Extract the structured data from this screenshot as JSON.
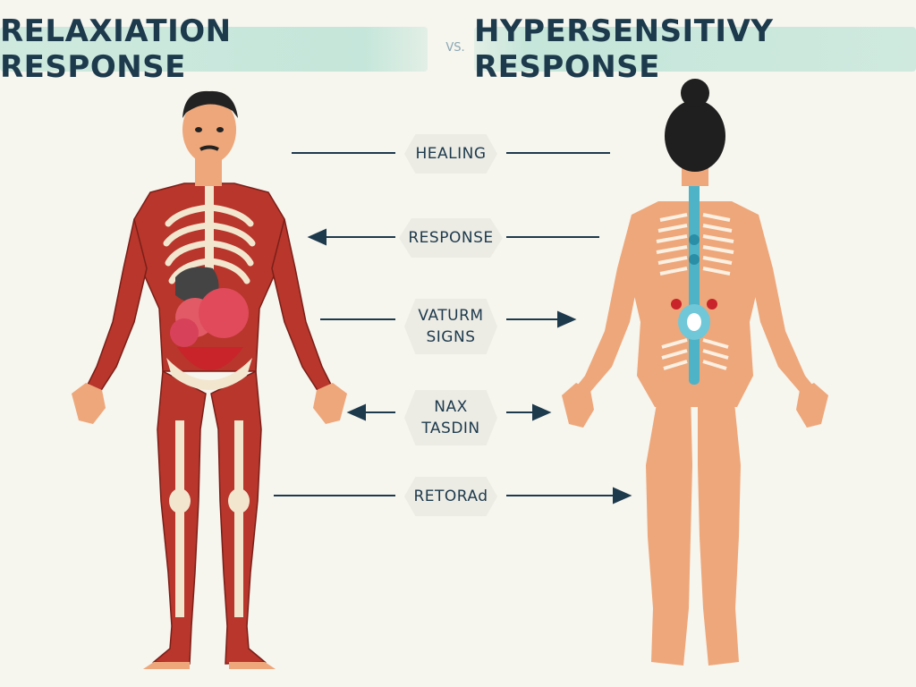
{
  "header": {
    "left_title": "RELAXIATION RESPONSE",
    "separator": "VS.",
    "right_title": "HYPERSENSITIVY RESPONSE"
  },
  "labels": [
    {
      "lines": [
        "HEALING"
      ]
    },
    {
      "lines": [
        "RESPONSE"
      ]
    },
    {
      "lines": [
        "VATURM",
        "SIGNS"
      ]
    },
    {
      "lines": [
        "NAX",
        "TASDIN"
      ]
    },
    {
      "lines": [
        "RETORAd"
      ]
    }
  ],
  "colors": {
    "ink": "#1d3a4d",
    "banner": "#c5e6da",
    "muscle": "#b8362b",
    "skin": "#eea77a",
    "spine": "#4fb3c8"
  }
}
